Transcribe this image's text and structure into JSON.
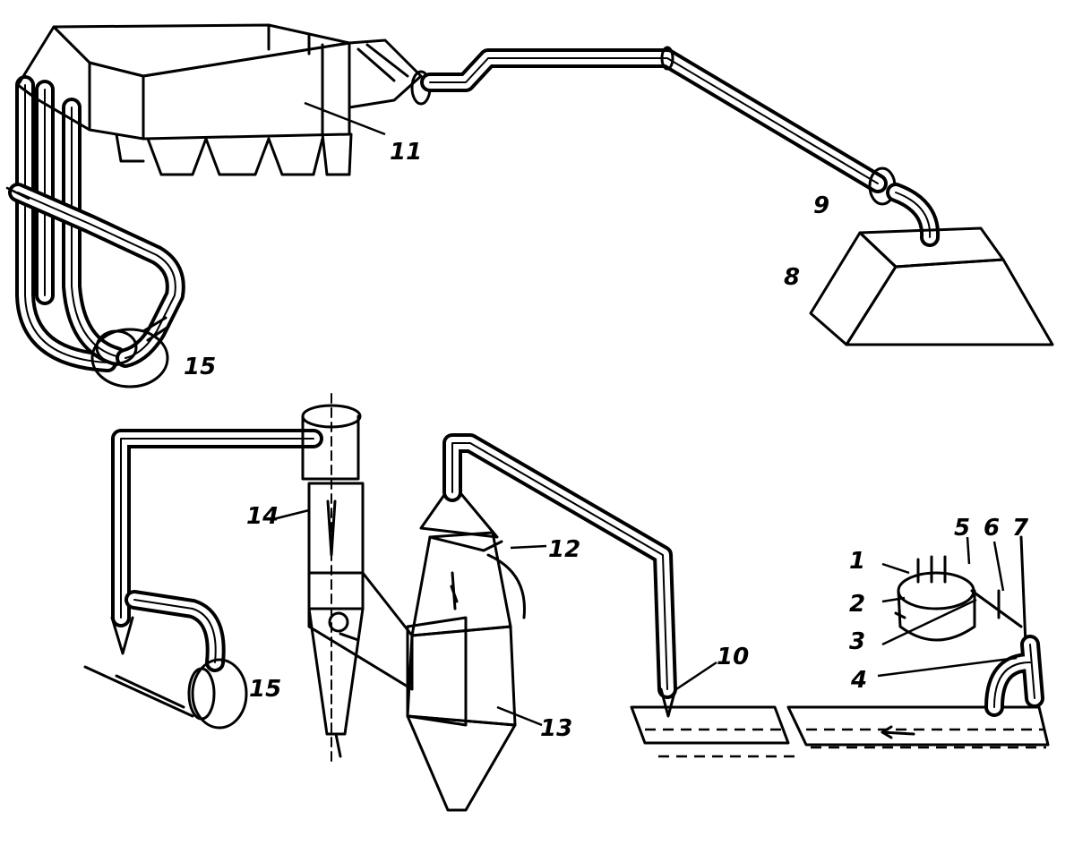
{
  "labels": {
    "l1": "1",
    "l2": "2",
    "l3": "3",
    "l4": "4",
    "l5": "5",
    "l6": "6",
    "l7": "7",
    "l8": "8",
    "l9": "9",
    "l10": "10",
    "l11": "11",
    "l12": "12",
    "l13": "13",
    "l14": "14",
    "l15a": "15",
    "l15b": "15"
  },
  "colors": {
    "ink": "#000000",
    "paper": "#ffffff"
  }
}
